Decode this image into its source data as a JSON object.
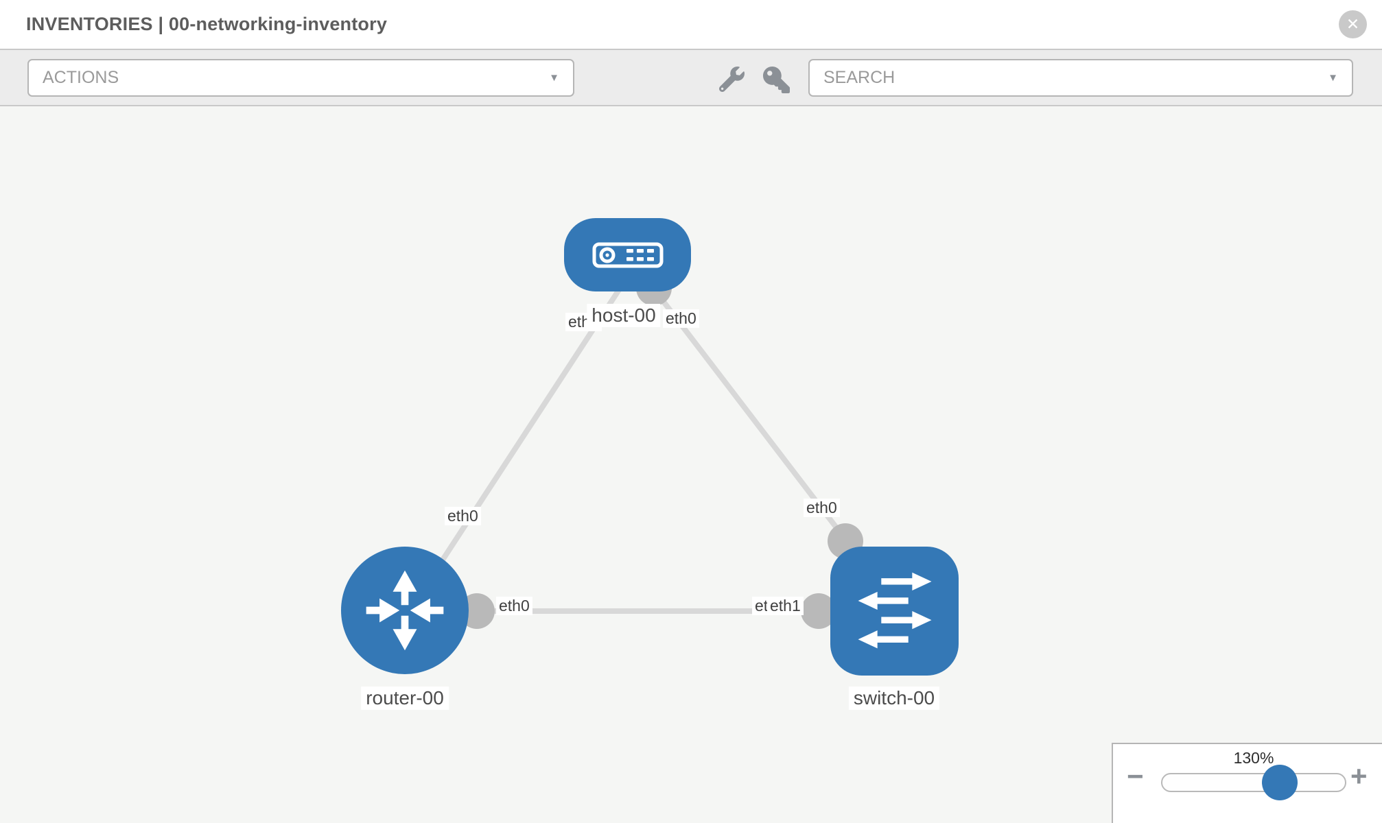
{
  "header": {
    "title": "INVENTORIES | 00-networking-inventory"
  },
  "icons": {
    "close": "✕",
    "caret": "▼",
    "minus": "−",
    "plus": "+",
    "wrench": "wrench-icon",
    "key": "key-icon"
  },
  "toolbar": {
    "actions_label": "ACTIONS",
    "search_label": "SEARCH"
  },
  "topology": {
    "nodes": [
      {
        "id": "host-00",
        "type": "host",
        "label": "host-00"
      },
      {
        "id": "router-00",
        "type": "router",
        "label": "router-00"
      },
      {
        "id": "switch-00",
        "type": "switch",
        "label": "switch-00"
      }
    ],
    "links": [
      {
        "from": "host-00",
        "to": "router-00",
        "from_port": "eth0",
        "to_port": "eth0"
      },
      {
        "from": "host-00",
        "to": "switch-00",
        "from_port": "eth0",
        "to_port": "eth0"
      },
      {
        "from": "router-00",
        "to": "switch-00",
        "from_port": "eth0",
        "to_port": "eth1",
        "to_port_overlap": "eth0"
      }
    ]
  },
  "zoom": {
    "level_label": "130%",
    "percent": 130
  },
  "colors": {
    "node_blue": "#3478b6",
    "link_gray": "#d8d8d8",
    "connector_gray": "#b9b9b9"
  }
}
